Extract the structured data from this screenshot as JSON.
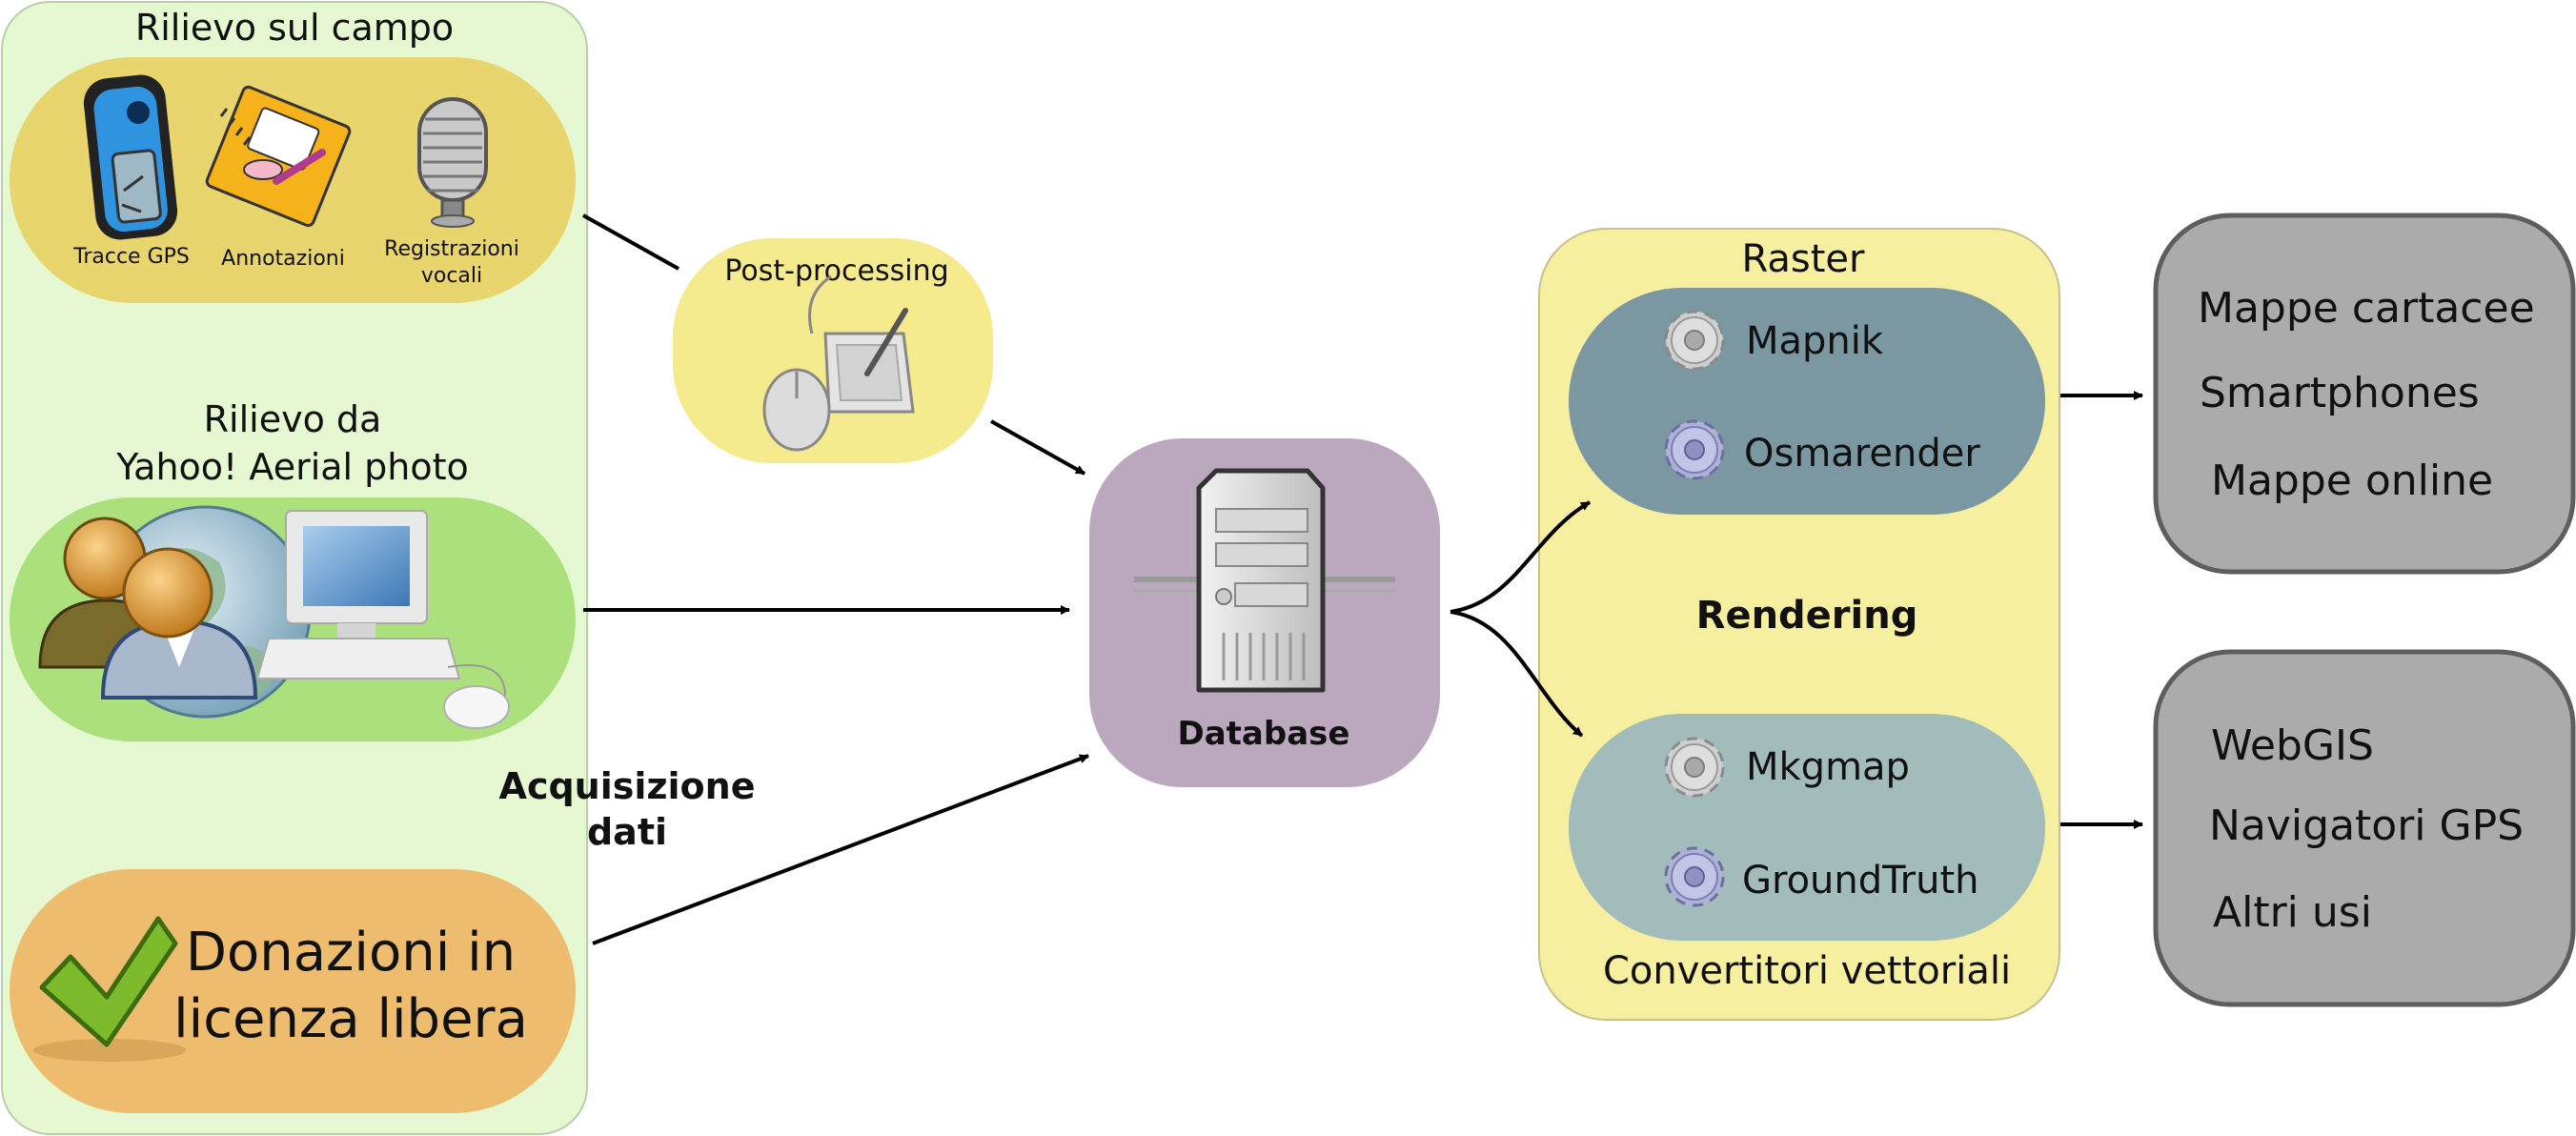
{
  "acquisition": {
    "field_survey_title": "Rilievo sul campo",
    "gps_label": "Tracce GPS",
    "notes_label": "Annotazioni",
    "voice_label_1": "Registrazioni",
    "voice_label_2": "vocali",
    "yahoo_title_1": "Rilievo da",
    "yahoo_title_2": "Yahoo! Aerial photo",
    "donations_line_1": "Donazioni in",
    "donations_line_2": "licenza libera",
    "caption_line_1": "Acquisizione",
    "caption_line_2": "dati"
  },
  "post_processing": {
    "label": "Post-processing"
  },
  "database": {
    "label": "Database"
  },
  "rendering": {
    "raster_title": "Raster",
    "raster_tools": [
      "Mapnik",
      "Osmarender"
    ],
    "center_label": "Rendering",
    "vector_tools": [
      "Mkgmap",
      "GroundTruth"
    ],
    "vector_title": "Convertitori vettoriali"
  },
  "outputs": {
    "raster_outputs": [
      "Mappe cartacee",
      "Smartphones",
      "Mappe online"
    ],
    "vector_outputs": [
      "WebGIS",
      "Navigatori GPS",
      "Altri usi"
    ]
  },
  "colors": {
    "acquisition_panel": "#e6f8d2",
    "field_pill": "#e9d56e",
    "yahoo_pill": "#abe07c",
    "donation_pill": "#eebc6e",
    "post_processing": "#f6ea8e",
    "database": "#bba8bf",
    "rendering_panel": "#f7efa0",
    "raster_pill": "#7a97a2",
    "vector_pill": "#a2bbbb",
    "output_box": "#ababab"
  }
}
